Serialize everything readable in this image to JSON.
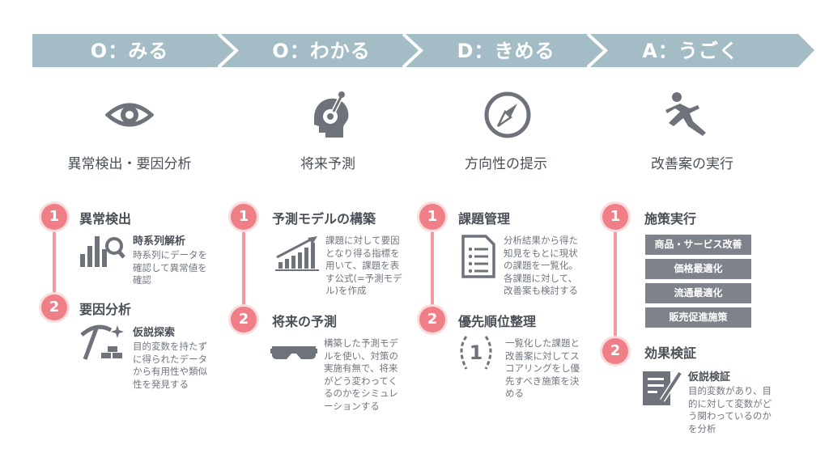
{
  "phases": [
    {
      "label": "O：みる"
    },
    {
      "label": "O：わかる"
    },
    {
      "label": "D：きめる"
    },
    {
      "label": "A：うごく"
    }
  ],
  "columns": [
    {
      "icon": "eye-icon",
      "title": "異常検出・要因分析",
      "steps": [
        {
          "num": "1",
          "title": "異常検出",
          "icon": "bar-chart-search-icon",
          "sub": "時系列解析",
          "desc": [
            "時系列にデータを",
            "確認して異常値を",
            "確認"
          ]
        },
        {
          "num": "2",
          "title": "要因分析",
          "icon": "pickaxe-gold-icon",
          "sub": "仮説探索",
          "desc": [
            "目的変数を持たず",
            "に得られたデータ",
            "から有用性や類似",
            "性を発見する"
          ]
        }
      ]
    },
    {
      "icon": "head-idea-icon",
      "title": "将来予測",
      "steps": [
        {
          "num": "1",
          "title": "予測モデルの構築",
          "icon": "growth-chart-icon",
          "desc": [
            "課題に対して要因",
            "となり得る指標を",
            "用いて、課題を表",
            "す公式(=予測モデ",
            "ル)を作成"
          ]
        },
        {
          "num": "2",
          "title": "将来の予測",
          "icon": "vr-goggles-icon",
          "desc": [
            "構築した予測モデ",
            "ルを使い、対策の",
            "実施有無で、将来",
            "がどう変わってく",
            "るのかをシミュレ",
            "ーションする"
          ]
        }
      ]
    },
    {
      "icon": "compass-icon",
      "title": "方向性の提示",
      "steps": [
        {
          "num": "1",
          "title": "課題管理",
          "icon": "document-list-icon",
          "desc": [
            "分析結果から得た",
            "知見をもとに現状",
            "の課題を一覧化。",
            "各課題に対して、",
            "改善案も検討する"
          ]
        },
        {
          "num": "2",
          "title": "優先順位整理",
          "icon": "laurel-rank-icon",
          "badge": "1",
          "desc": [
            "一覧化した課題と",
            "改善案に対してス",
            "コアリングをし優",
            "先すべき施策を決",
            "める"
          ]
        }
      ]
    },
    {
      "icon": "running-person-icon",
      "title": "改善案の実行",
      "steps": [
        {
          "num": "1",
          "title": "施策実行",
          "measures": [
            "商品・サービス改善",
            "価格最適化",
            "流通最適化",
            "販売促進施策"
          ]
        },
        {
          "num": "2",
          "title": "効果検証",
          "icon": "verification-doc-icon",
          "sub": "仮説検証",
          "desc": [
            "目的変数があり、目",
            "的に対して変数がど",
            "う関わっているのか",
            "を分析"
          ]
        }
      ]
    }
  ],
  "colors": {
    "banner": "#a3bcc6",
    "accent": "#f07e86",
    "icon": "#6e737b"
  }
}
